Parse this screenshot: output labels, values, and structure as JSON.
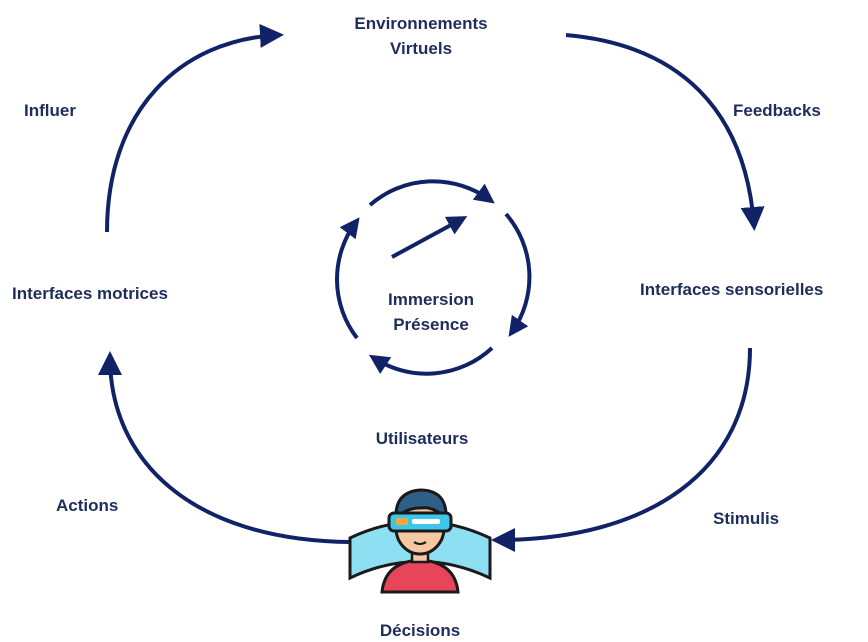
{
  "colors": {
    "arrow": "#112366",
    "text": "#1f2d5c",
    "headset": "#3dc6e8",
    "hair": "#2e5f86",
    "skin": "#f6c8a2",
    "shirt": "#e8455a",
    "outline": "#1a1a1a"
  },
  "nodes": {
    "top_line1": "Environnements",
    "top_line2": "Virtuels",
    "right": "Interfaces sensorielles",
    "left": "Interfaces motrices",
    "bottom": "Décisions",
    "center_line1": "Immersion",
    "center_line2": "Présence",
    "users": "Utilisateurs"
  },
  "edges": {
    "feedback": "Feedbacks",
    "influence": "Influer",
    "actions": "Actions",
    "stimuli": "Stimulis"
  },
  "icons": {
    "user": "vr-user-icon"
  }
}
